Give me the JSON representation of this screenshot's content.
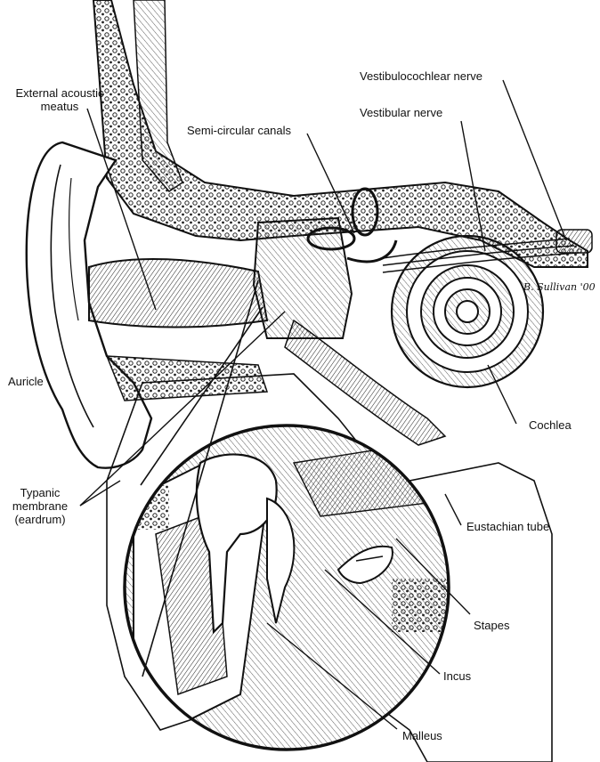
{
  "labels": {
    "external_acoustic_meatus": "External acoustic\nmeatus",
    "semi_circular_canals": "Semi-circular canals",
    "vestibulocochlear_nerve": "Vestibulocochlear nerve",
    "vestibular_nerve": "Vestibular nerve",
    "auricle": "Auricle",
    "cochlea": "Cochlea",
    "typanic_membrane": "Typanic\nmembrane\n(eardrum)",
    "eustachian_tube": "Eustachian tube",
    "stapes": "Stapes",
    "incus": "Incus",
    "malleus": "Malleus"
  },
  "signature": "B. Sullivan '00",
  "colors": {
    "ink": "#111111",
    "paper": "#ffffff",
    "shade": "#bdbdbd"
  }
}
